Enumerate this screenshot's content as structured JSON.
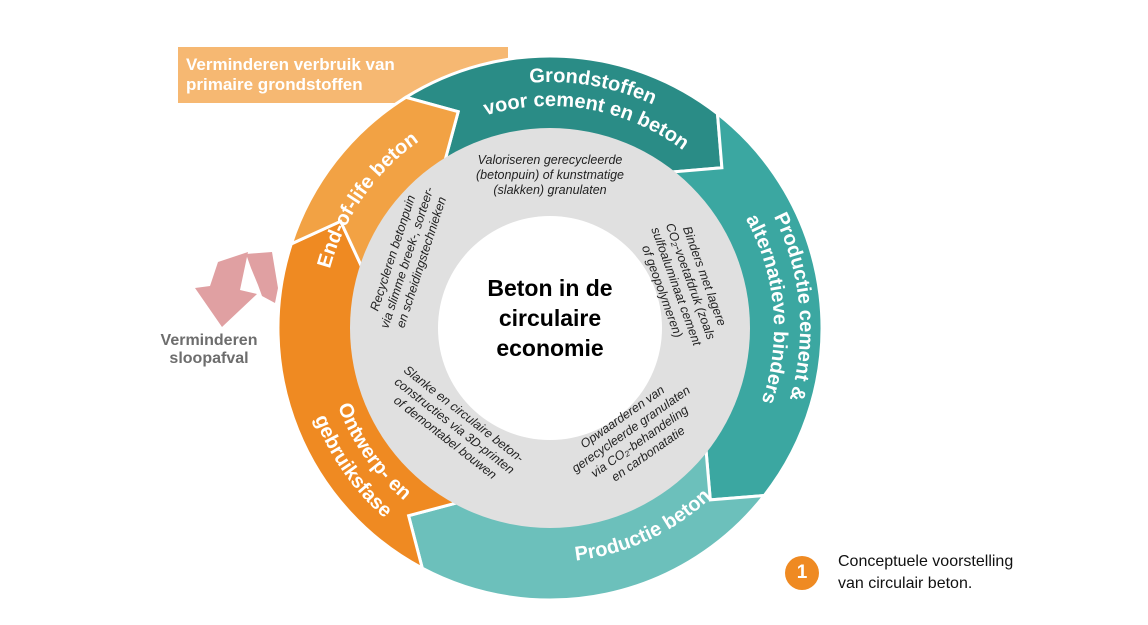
{
  "banner": {
    "line1": "Verminderen verbruik van",
    "line2": "primaire grondstoffen"
  },
  "waste": {
    "line1": "Verminderen",
    "line2": "sloopafval"
  },
  "center": {
    "line1": "Beton in de",
    "line2": "circulaire",
    "line3": "economie"
  },
  "segments": {
    "grondstoffen": {
      "line1": "Grondstoffen",
      "line2": "voor cement en beton"
    },
    "productie_cement": {
      "line1": "Productie cement &",
      "line2": "alternatieve binders"
    },
    "productie_beton": {
      "line1": "Productie beton"
    },
    "ontwerp": {
      "line1": "Ontwerp- en",
      "line2": "gebruiksfase"
    },
    "end_of_life": {
      "line1": "End-of-life beton"
    }
  },
  "inner": {
    "top": [
      "Valoriseren gerecycleerde",
      "(betonpuin) of kunstmatige",
      "(slakken) granulaten"
    ],
    "right": [
      "Binders met lagere",
      "CO₂-voetafdruk (zoals",
      "sulfoaluminaat cement",
      "of geopolymeren)"
    ],
    "bottom_right": [
      "Opwaarderen van",
      "gerecycleerde granulaten",
      "via CO₂-behandeling",
      "en carbonatatie"
    ],
    "bottom_left": [
      "Slanke en circulaire beton-",
      "constructies via 3D-printen",
      "of demontabel bouwen"
    ],
    "left": [
      "Recycleren betonpuin",
      "via slimme breek-, sorteer-",
      "en scheidingstechnieken"
    ]
  },
  "caption": {
    "number": "1",
    "line1": "Conceptuele voorstelling",
    "line2": "van circulair beton."
  },
  "colors": {
    "teal_dark": "#2a8c86",
    "teal_mid": "#3ba7a1",
    "teal_light": "#6cc0bb",
    "orange_dark": "#ef8a22",
    "orange_light": "#f2a244",
    "banner": "#f6b872",
    "gray": "#e0e0e0",
    "pink": "#e0a0a2"
  }
}
